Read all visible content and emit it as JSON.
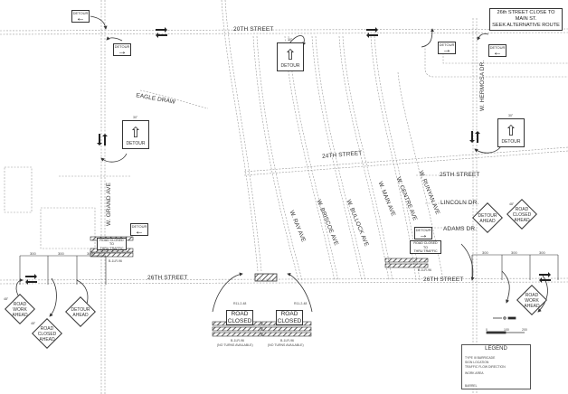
{
  "streets": {
    "s20": "20TH STREET",
    "s24": "24TH STREET",
    "s25": "25TH STREET",
    "s26_left": "26TH STREET",
    "s26_right": "26TH STREET",
    "lincoln": "LINCOLN DR.",
    "adams": "ADAMS DR.",
    "eagle": "EAGLE DRAW",
    "grand": "W. GRAND AVE",
    "hermosa": "W. HERMOSA DR.",
    "ray": "W. RAY AVE",
    "briscoe": "W. BRISCOE AVE",
    "bullock": "W. BULLOCK AVE",
    "main": "W. MAIN AVE",
    "centre": "W. CENTRE AVE",
    "runyan": "W. RUNYAN AVE"
  },
  "signs": {
    "detour": "DETOUR",
    "detour_ahead_1": "DETOUR",
    "detour_ahead_2": "AHEAD",
    "road_closed_ahead_1": "ROAD",
    "road_closed_ahead_2": "CLOSED",
    "road_closed_ahead_3": "AHEAD",
    "road_work_ahead_1": "ROAD",
    "road_work_ahead_2": "WORK",
    "road_work_ahead_3": "AHEAD",
    "road_closed_thru_1": "ROAD CLOSED",
    "road_closed_thru_2": "TO",
    "road_closed_thru_3": "THRU TRAFFIC",
    "road_closed_1": "ROAD",
    "road_closed_2": "CLOSED",
    "sign_code_r11_2": "R11-2-48",
    "sign_code_r11_4": "R11-4-60",
    "barricade_code": "B-1LR-96",
    "no_turns": "(NO TURNS AVAILABLE)",
    "size_30": "30\"",
    "size_48": "48\""
  },
  "message_box": {
    "line1": "26th STREET CLOSE TO",
    "line2": "MAIN ST.",
    "line3": "SEEK ALTERNATIVE ROUTE"
  },
  "dimensions": {
    "left": [
      "300",
      "300",
      "300"
    ],
    "right": [
      "300",
      "300",
      "300"
    ]
  },
  "scale_bar": {
    "start": "0",
    "mid": "100",
    "end": "200"
  },
  "legend": {
    "title": "LEGEND",
    "items": [
      {
        "label": "TYPE III BARRICADE"
      },
      {
        "label": "SIGN LOCATION"
      },
      {
        "label": "TRAFFIC FLOW DIRECTION"
      },
      {
        "label": "WORK AREA"
      },
      {
        "label": "BARREL"
      }
    ]
  }
}
